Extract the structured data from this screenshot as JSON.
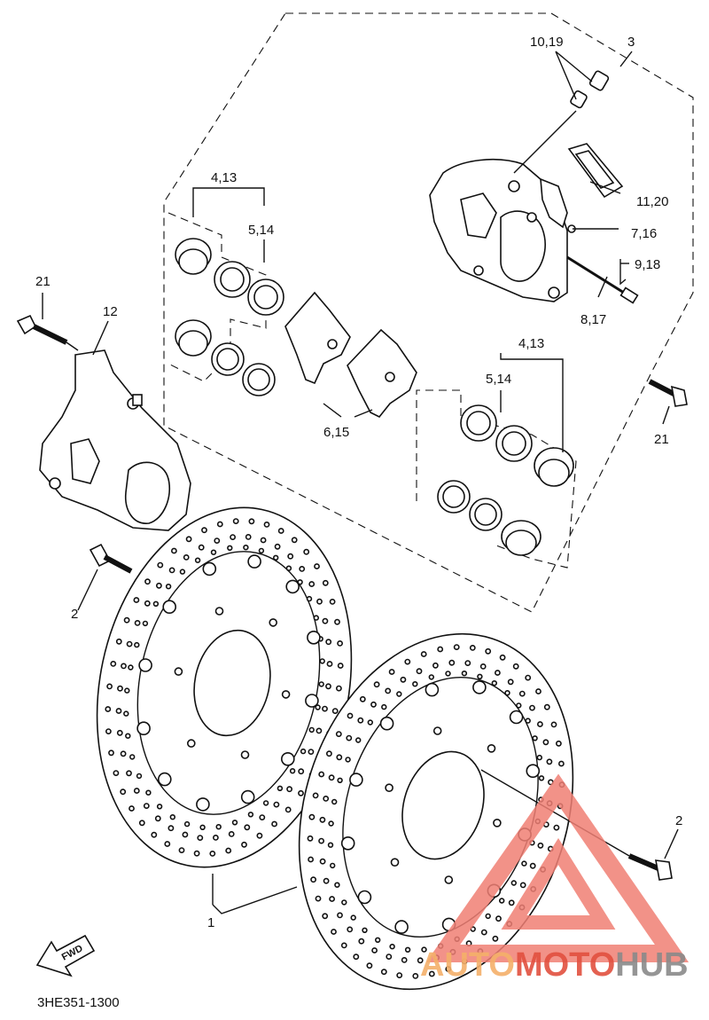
{
  "callouts": {
    "c_3": "3",
    "c_10_19": "10,19",
    "c_11_20": "11,20",
    "c_7_16": "7,16",
    "c_9_18": "9,18",
    "c_8_17": "8,17",
    "c_4_13_top": "4,13",
    "c_5_14_top": "5,14",
    "c_6_15": "6,15",
    "c_4_13_bottom": "4,13",
    "c_5_14_bottom": "5,14",
    "c_21_left": "21",
    "c_12": "12",
    "c_21_right": "21",
    "c_2_left": "2",
    "c_2_right": "2",
    "c_1": "1"
  },
  "fwd_label": "FWD",
  "diagram_code": "3HE351-1300",
  "watermark": {
    "part1": "AUTO",
    "part2": "MOTO",
    "part3": "HUB",
    "colors": {
      "auto": "#f5b06a",
      "moto": "#e2503f",
      "hub": "#8a8a8a",
      "triangle": "#f07f74"
    }
  }
}
